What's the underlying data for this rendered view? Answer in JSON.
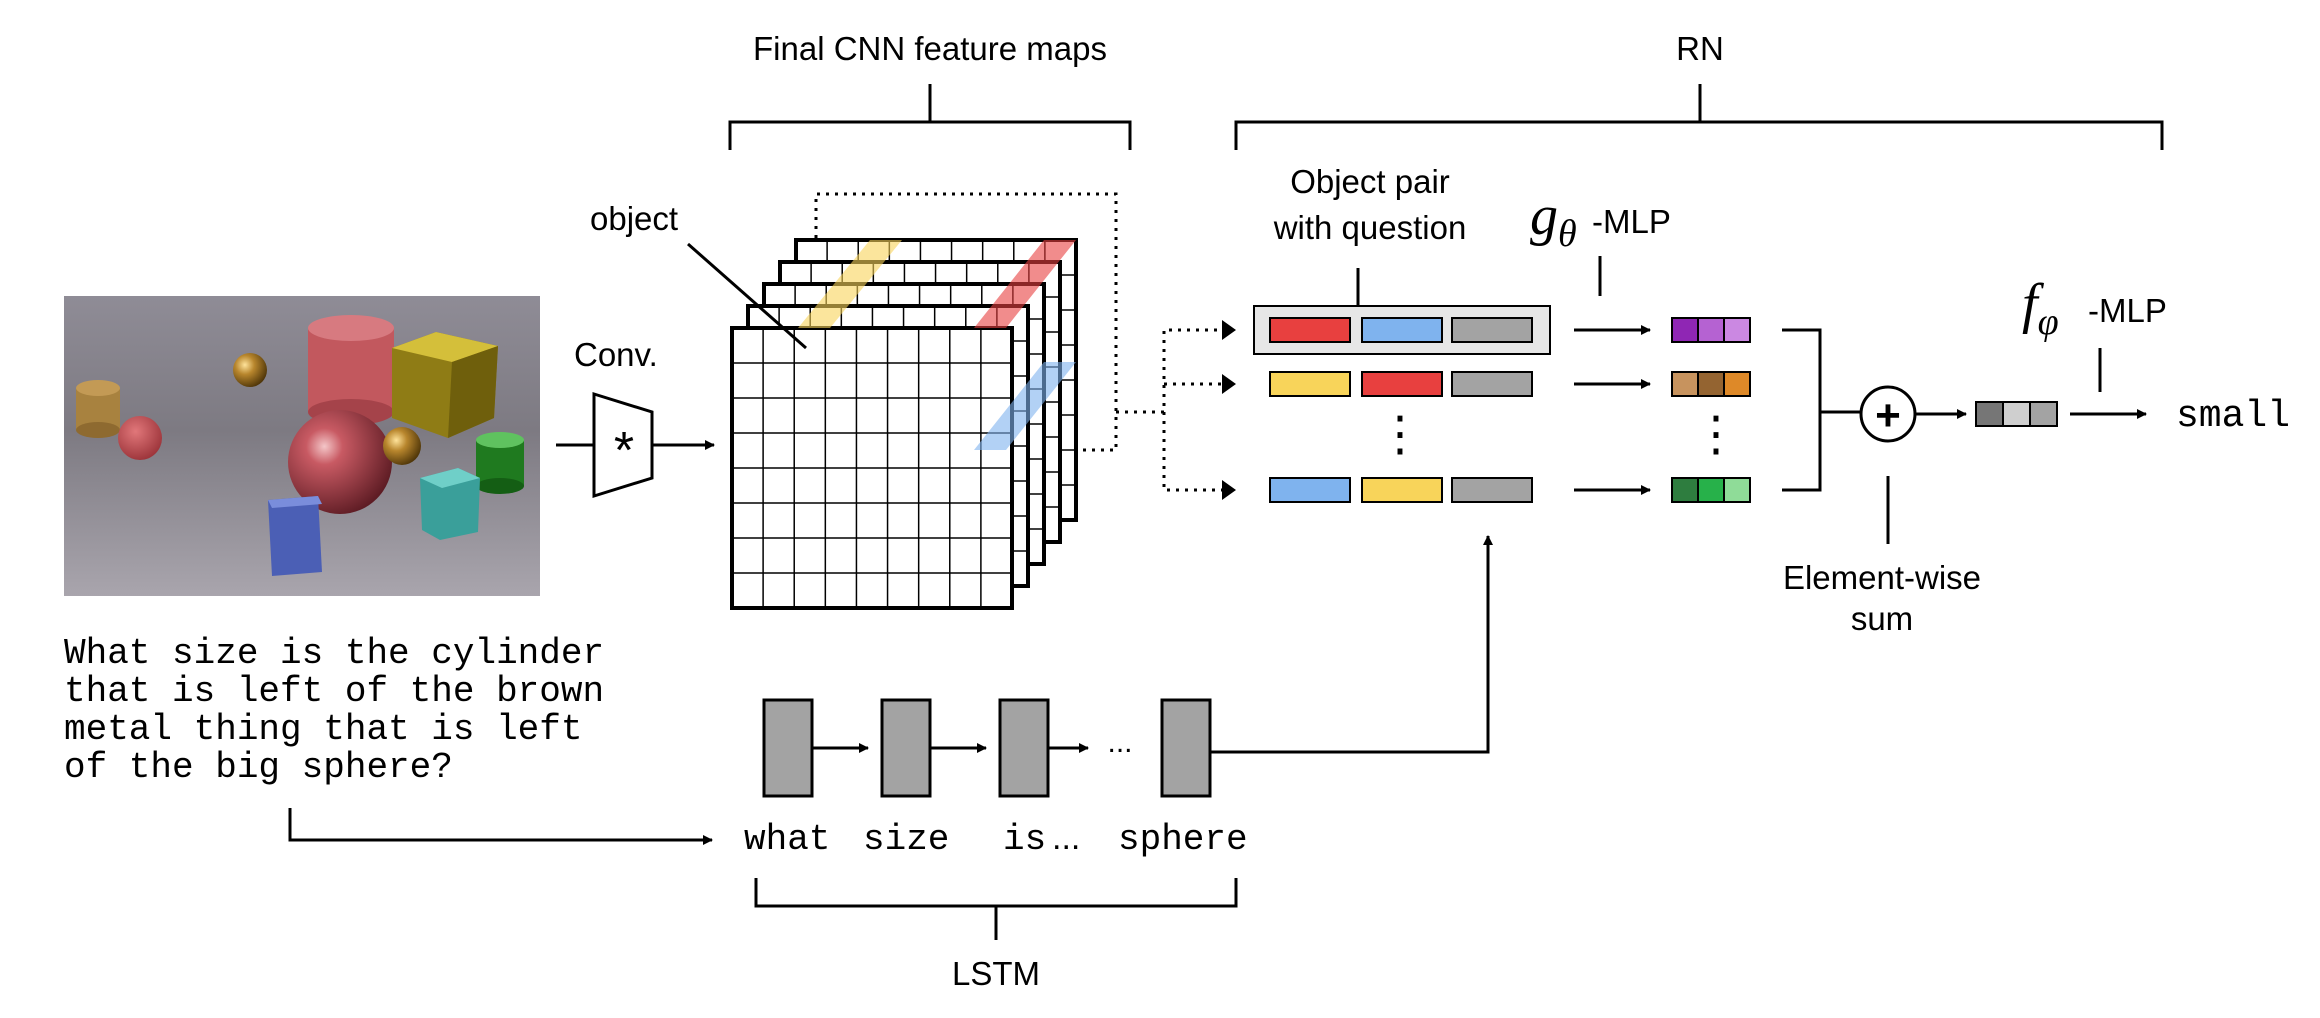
{
  "labels": {
    "cnn_title": "Final CNN feature maps",
    "rn_title": "RN",
    "object": "object",
    "conv": "Conv.",
    "conv_symbol": "*",
    "pair_line1": "Object pair",
    "pair_line2": "with question",
    "g_symbol": "g",
    "g_sub": "θ",
    "g_suffix": "-MLP",
    "f_symbol": "f",
    "f_sub": "φ",
    "f_suffix": "-MLP",
    "sum_symbol": "+",
    "element_wise_line1": "Element-wise",
    "element_wise_line2": "sum",
    "answer": "small",
    "lstm": "LSTM",
    "ellipsis": "...",
    "vertical_ellipsis": "⋮"
  },
  "question_lines": [
    "What size is the cylinder",
    "that is left of the brown",
    "metal thing that is left",
    "of the big sphere?"
  ],
  "lstm_tokens": [
    "what",
    "size",
    "is",
    "...",
    "sphere"
  ],
  "pair_colors": [
    [
      "#e8403f",
      "#7fb3ee",
      "#a3a3a3"
    ],
    [
      "#f8d45a",
      "#e8403f",
      "#a3a3a3"
    ],
    [
      "#7fb3ee",
      "#f8d45a",
      "#a3a3a3"
    ]
  ],
  "g_output_colors": [
    [
      "#8f26b4",
      "#b562d2",
      "#cb88e2"
    ],
    [
      "#c7935e",
      "#946431",
      "#de8928"
    ],
    [
      "#2e7d3f",
      "#27b14a",
      "#8fdc98"
    ]
  ],
  "f_input_colors": [
    "#767676",
    "#cfcfcf",
    "#a3a3a3"
  ],
  "highlight_colors": {
    "yellow": "#f8d45a",
    "red": "#e8403f",
    "blue": "#7fb3ee"
  }
}
